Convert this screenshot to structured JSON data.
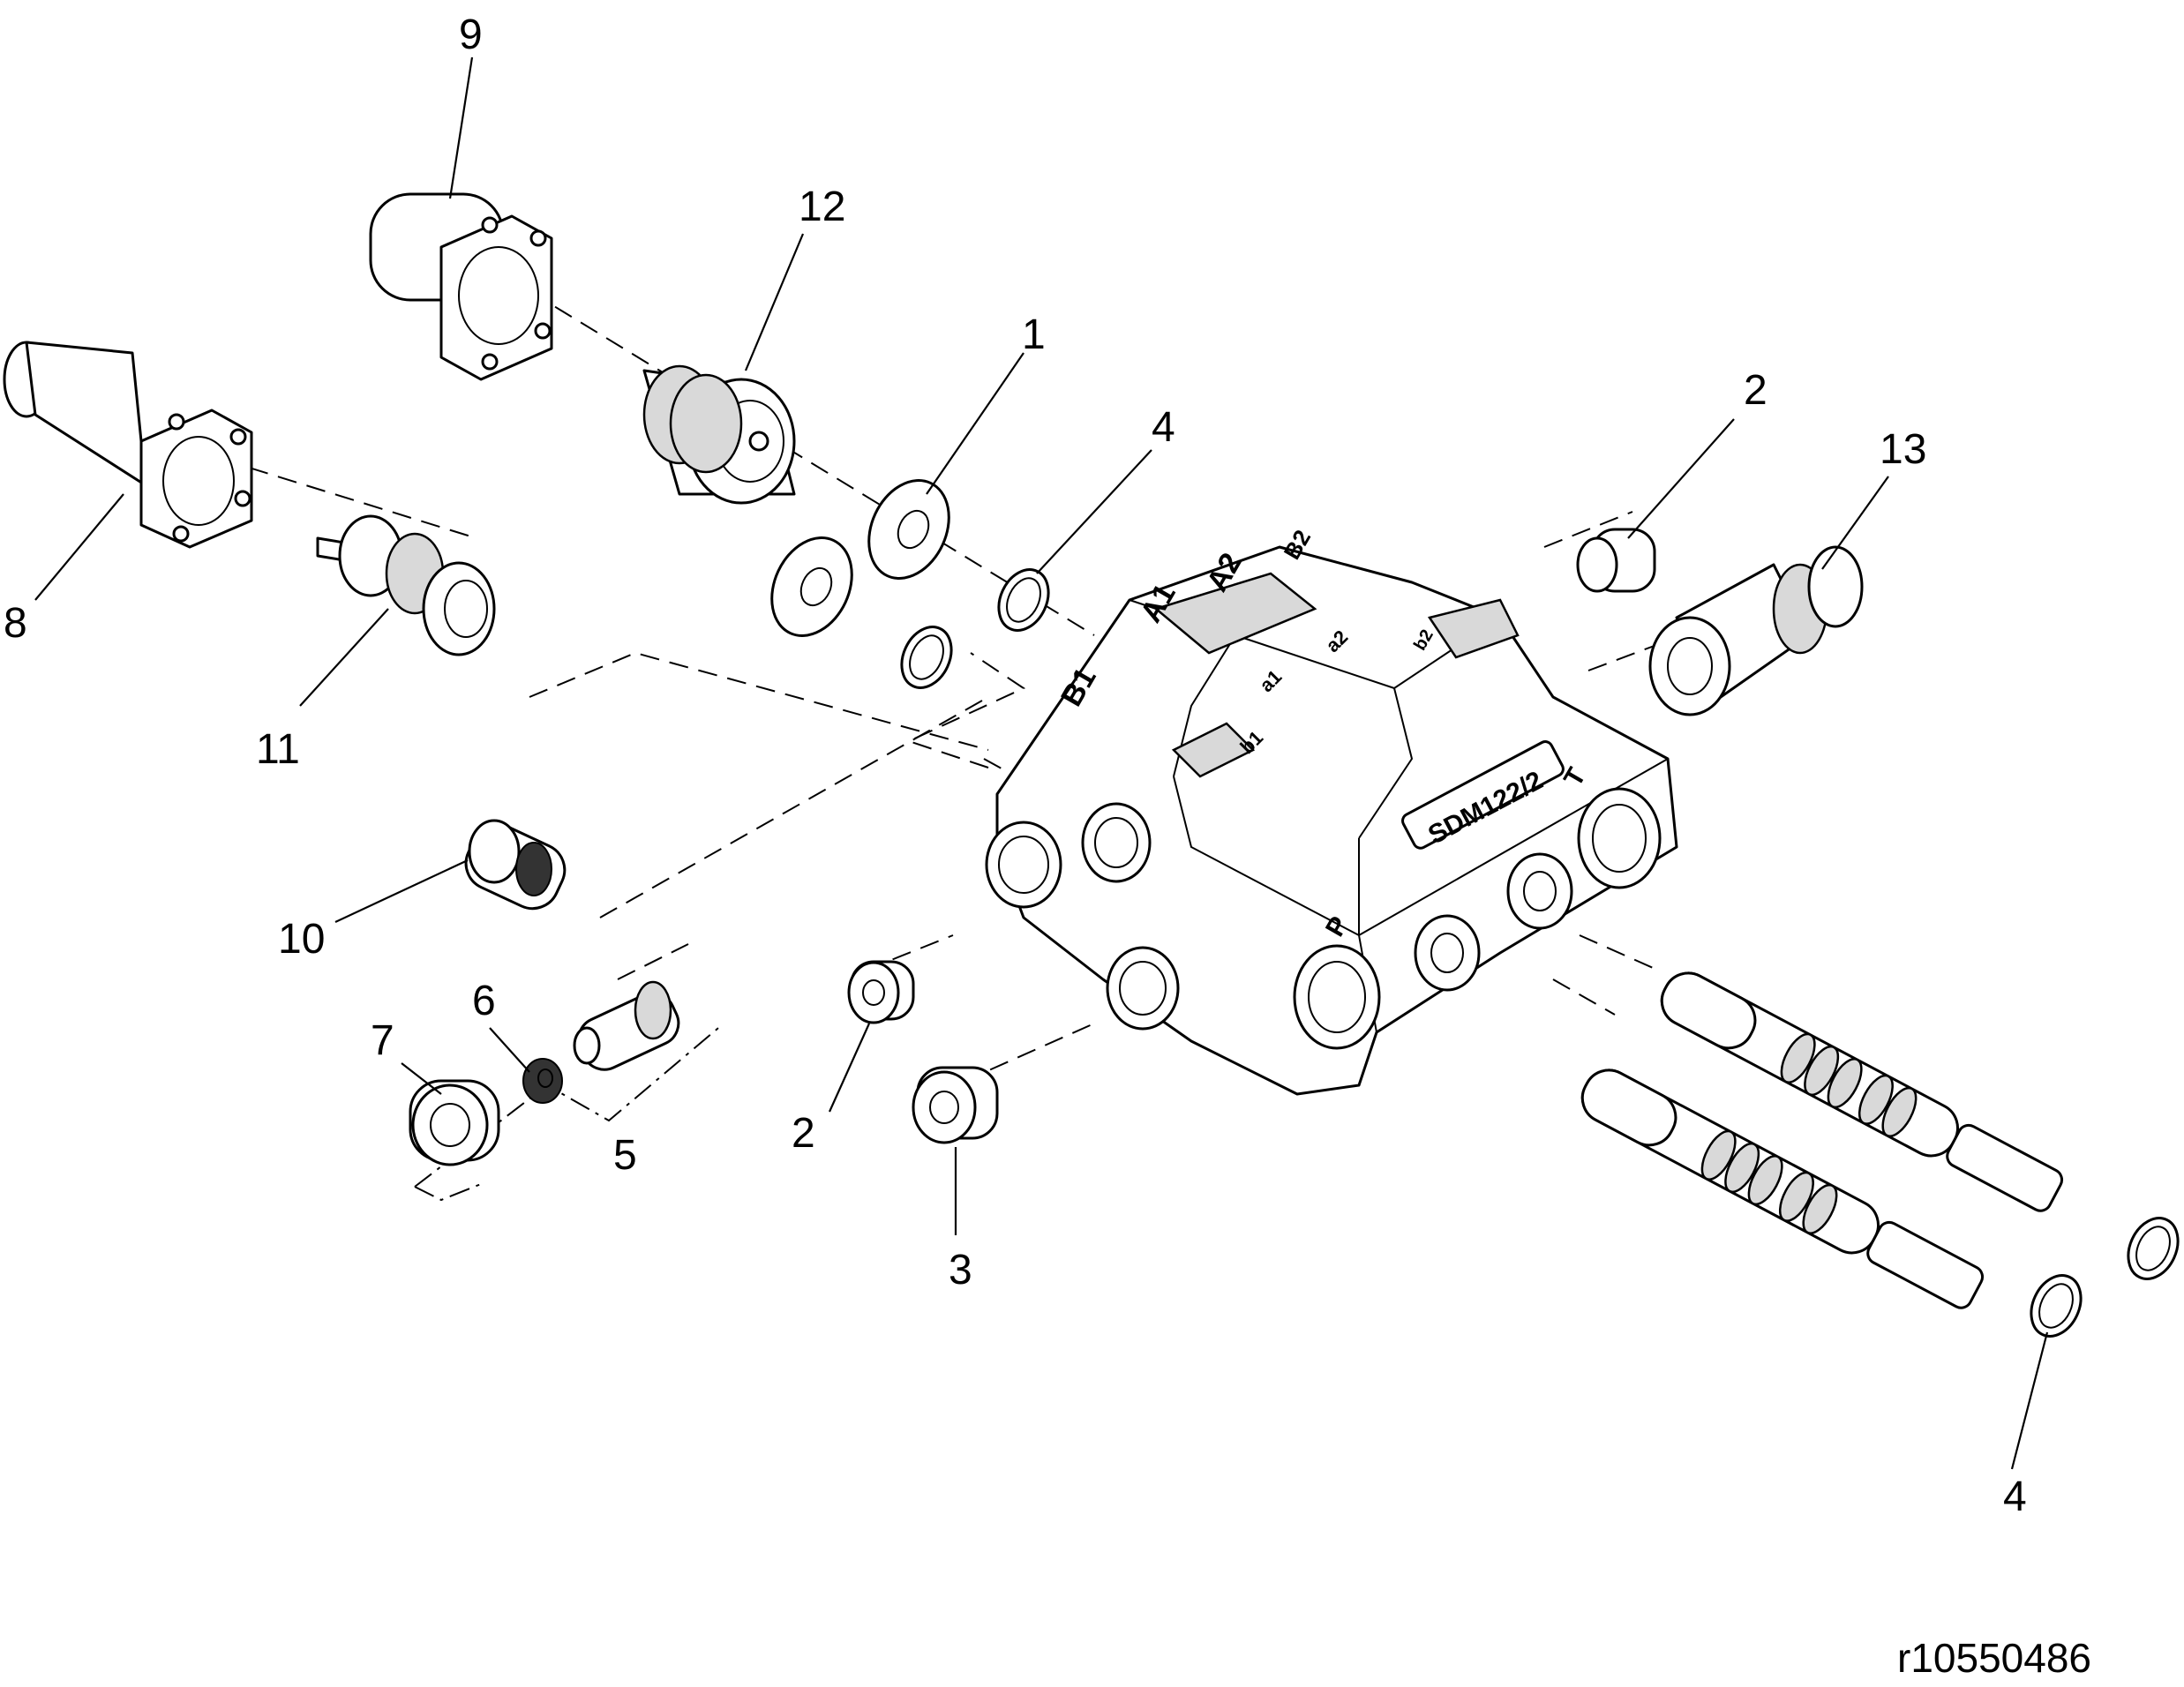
{
  "diagram": {
    "reference_code": "r10550486",
    "body_markings": {
      "port_A1": "A1",
      "port_A2": "A2",
      "port_B1": "B1",
      "port_B2": "B2",
      "port_a1": "a1",
      "port_a2": "a2",
      "port_b1": "b1",
      "port_b2": "b2",
      "port_P": "P",
      "port_T": "T",
      "model_plate": "SDM122/2"
    },
    "callouts": {
      "c1": "1",
      "c2a": "2",
      "c2b": "2",
      "c3": "3",
      "c4a": "4",
      "c4b": "4",
      "c5": "5",
      "c6": "6",
      "c7": "7",
      "c8": "8",
      "c9": "9",
      "c10": "10",
      "c11": "11",
      "c12": "12",
      "c13": "13"
    }
  }
}
